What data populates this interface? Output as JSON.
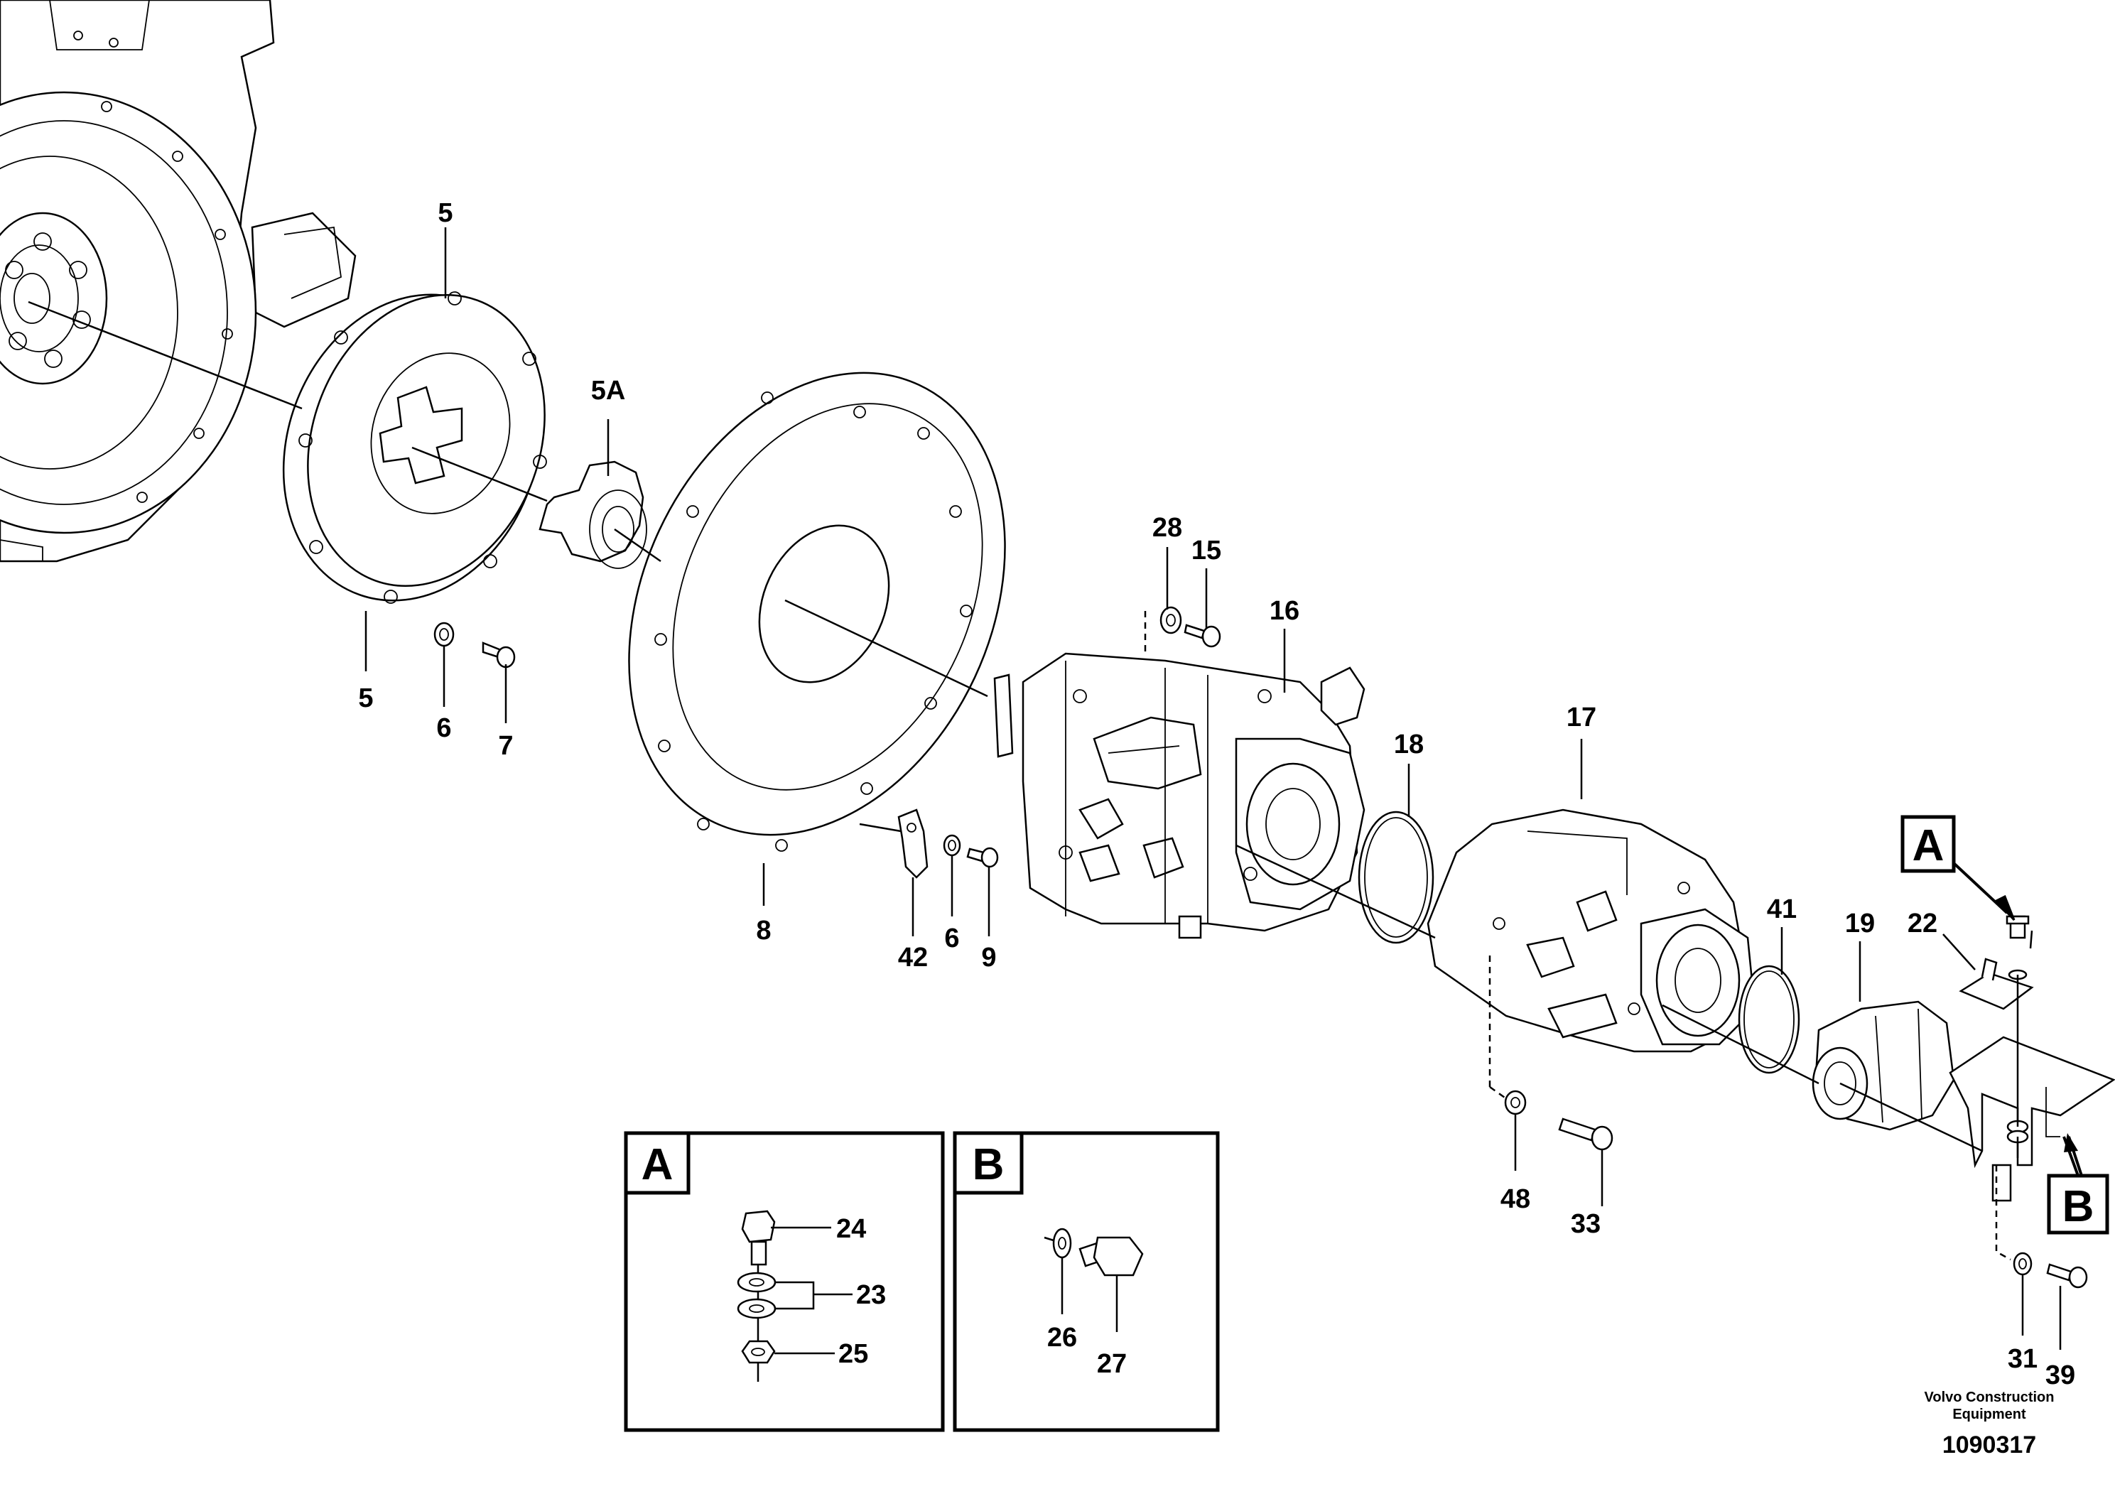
{
  "callouts": {
    "c5_top": "5",
    "c5_bottom": "5",
    "c5A": "5A",
    "c6_left": "6",
    "c7": "7",
    "c8": "8",
    "c42": "42",
    "c6_mid": "6",
    "c9": "9",
    "c28": "28",
    "c15": "15",
    "c16": "16",
    "c18": "18",
    "c17": "17",
    "c41": "41",
    "c19": "19",
    "c22": "22",
    "c48": "48",
    "c33": "33",
    "c31": "31",
    "c39": "39",
    "c24": "24",
    "c23": "23",
    "c25": "25",
    "c26": "26",
    "c27": "27"
  },
  "markers": {
    "view_a": "A",
    "view_b": "B"
  },
  "detail_boxes": {
    "a_label": "A",
    "b_label": "B"
  },
  "footer": {
    "line1": "Volvo Construction",
    "line2": "Equipment",
    "id": "1090317"
  }
}
